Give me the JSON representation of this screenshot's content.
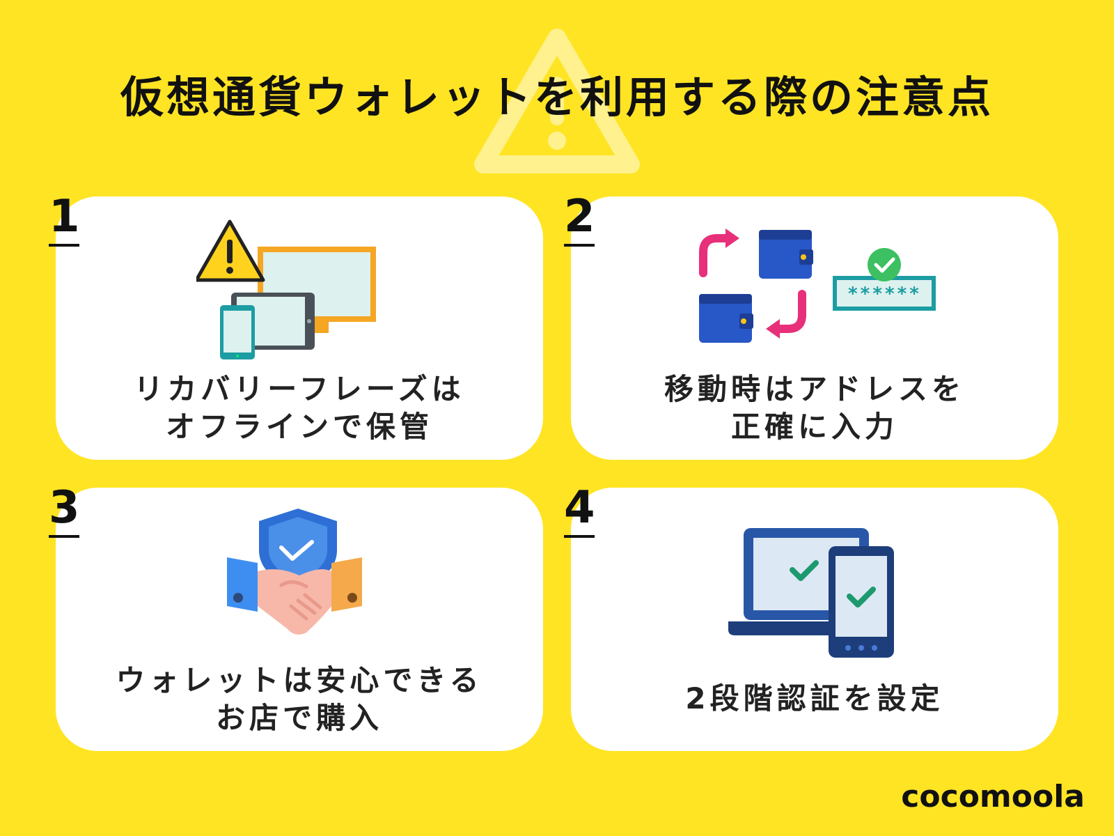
{
  "title": "仮想通貨ウォレットを利用する際の注意点",
  "cards": [
    {
      "number": "1",
      "line1": "リカバリーフレーズは",
      "line2": "オフラインで保管",
      "icon": "devices-warning-icon"
    },
    {
      "number": "2",
      "line1": "移動時はアドレスを",
      "line2": "正確に入力",
      "icon": "wallet-transfer-icon"
    },
    {
      "number": "3",
      "line1": "ウォレットは安心できる",
      "line2": "お店で購入",
      "icon": "handshake-shield-icon"
    },
    {
      "number": "4",
      "line1": "2段階認証を設定",
      "line2": "",
      "icon": "two-factor-devices-icon"
    }
  ],
  "password_mask": "******",
  "brand": "cocomoola",
  "colors": {
    "background": "#FFE424",
    "card": "#FFFFFF",
    "text": "#111111"
  }
}
